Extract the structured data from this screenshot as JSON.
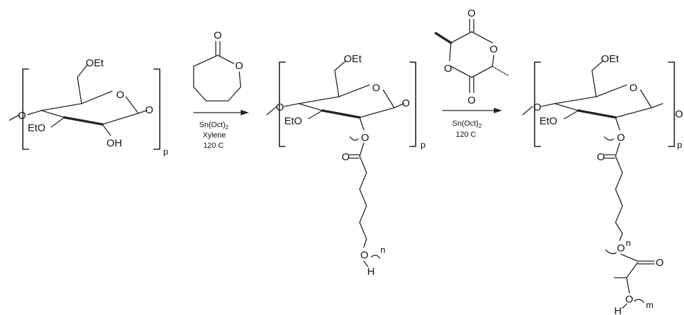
{
  "structure1": {
    "ch2_sub": "OEt",
    "ring_o": "O",
    "c3_sub": "EtO",
    "c2_sub": "OH",
    "left_link": "O",
    "right_link": "O",
    "repeat": "p"
  },
  "caprolactone": {
    "carbonyl_o": "O",
    "ring_o": "O"
  },
  "step1": {
    "catalyst": "Sn(Oct)",
    "catalyst_sub": "2",
    "solvent": "Xylene",
    "temperature": "120  C"
  },
  "structure2": {
    "ch2_sub": "OEt",
    "ring_o": "O",
    "c3_sub": "EtO",
    "c2_link": "O",
    "left_link": "O",
    "right_link": "O",
    "repeat": "p",
    "carbonyl_o": "O",
    "chain_o": "O",
    "chain_repeat": "n",
    "end_h": "H"
  },
  "lactide": {
    "top_o": "O",
    "bottom_o": "O",
    "left_ring_o": "O",
    "right_ring_o": "O"
  },
  "step2": {
    "catalyst": "Sn(Oct)",
    "catalyst_sub": "2",
    "temperature": "120  C"
  },
  "structure3": {
    "ch2_sub": "OEt",
    "ring_o": "O",
    "c3_sub": "EtO",
    "c2_link": "O",
    "left_link": "O",
    "right_link": "O",
    "repeat": "p",
    "carbonyl_o": "O",
    "chain_o": "O",
    "chain_repeat": "n",
    "lactyl_carbonyl_o": "O",
    "lactyl_o": "O",
    "lactyl_repeat": "m",
    "end_h": "H"
  }
}
